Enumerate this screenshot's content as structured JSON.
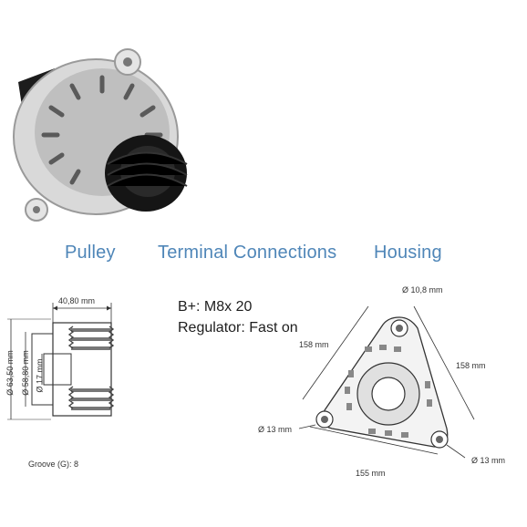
{
  "headings": {
    "pulley": "Pulley",
    "terminal": "Terminal Connections",
    "housing": "Housing"
  },
  "terminals": {
    "b_plus": "B+: M8x 20",
    "regulator": "Regulator: Fast on"
  },
  "pulley": {
    "width": "40,80 mm",
    "outer_diameter": "Ø 63,50 mm",
    "inner_diameter": "Ø 58,80 mm",
    "bore": "Ø 17 mm",
    "groove": "Groove (G): 8"
  },
  "housing": {
    "top_hole": "Ø 10,8 mm",
    "left_side": "158 mm",
    "right_side": "158 mm",
    "bottom_side": "155 mm",
    "left_hole": "Ø 13 mm",
    "right_hole": "Ø 13 mm"
  }
}
